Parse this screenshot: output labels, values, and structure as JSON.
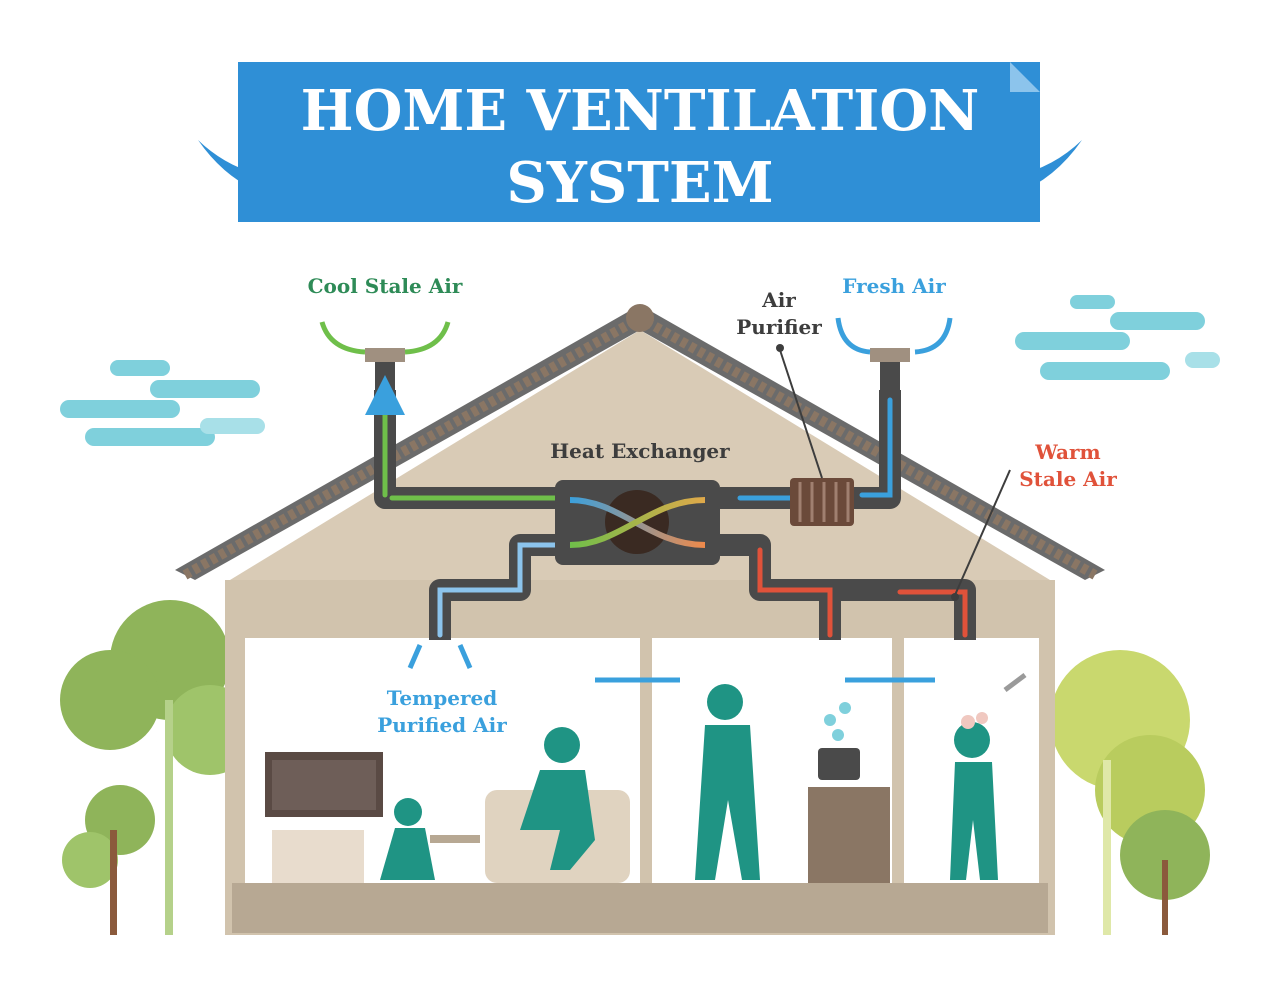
{
  "banner": {
    "title_line1": "HOME VENTILATION",
    "title_line2": "SYSTEM"
  },
  "labels": {
    "cool_stale_air": "Cool Stale Air",
    "air_purifier_line1": "Air",
    "air_purifier_line2": "Purifier",
    "fresh_air": "Fresh Air",
    "heat_exchanger": "Heat Exchanger",
    "warm_stale_air_line1": "Warm",
    "warm_stale_air_line2": "Stale Air",
    "tempered_purified_air_line1": "Tempered",
    "tempered_purified_air_line2": "Purified Air"
  },
  "colors": {
    "banner_blue": "#2f8fd6",
    "cool_stale_air": "#2e8b57",
    "fresh_air": "#3aa0dd",
    "warm_stale_air": "#e0523a",
    "dark_label": "#3d3d3d",
    "person_teal": "#1f9484",
    "roof": "#6b6b6b",
    "wall": "#d9cbb6",
    "duct": "#4a4a4a",
    "tree_green": "#8fb45a",
    "cloud": "#7fd0dc"
  }
}
